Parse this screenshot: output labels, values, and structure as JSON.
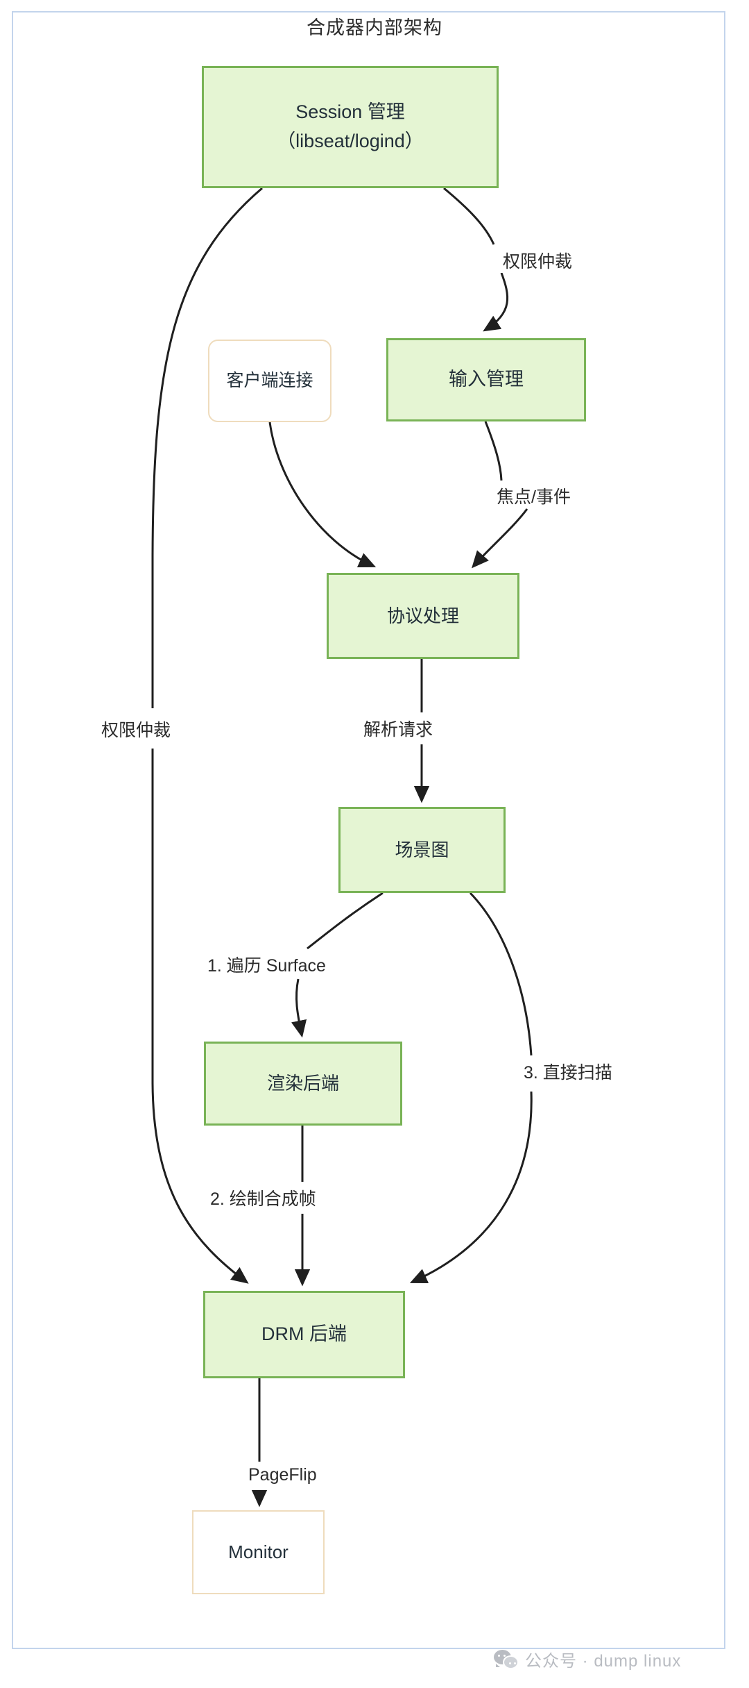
{
  "title": "合成器内部架构",
  "nodes": {
    "session": {
      "line1": "Session 管理",
      "line2": "（libseat/logind）"
    },
    "client": {
      "label": "客户端连接"
    },
    "input": {
      "label": "输入管理"
    },
    "protocol": {
      "label": "协议处理"
    },
    "scene": {
      "label": "场景图"
    },
    "renderer": {
      "label": "渲染后端"
    },
    "drm": {
      "label": "DRM 后端"
    },
    "monitor": {
      "label": "Monitor"
    }
  },
  "edge_labels": {
    "arbitration_right": "权限仲裁",
    "arbitration_left": "权限仲裁",
    "focus_event": "焦点/事件",
    "parse_request": "解析请求",
    "traverse_surface": "1. 遍历 Surface",
    "direct_scan": "3. 直接扫描",
    "draw_frame": "2. 绘制合成帧",
    "pageflip": "PageFlip"
  },
  "watermark": {
    "icon": "wechat-icon",
    "text": "公众号 · dump linux"
  },
  "colors": {
    "frame_border": "#c3d4ec",
    "node_green_fill": "#e5f5d3",
    "node_green_border": "#79b356",
    "node_plain_border": "#efdcbd",
    "node_plain_fill": "#ffffff",
    "edge_stroke": "#1f1f1f",
    "text": "#23303a",
    "watermark": "#b9bcc2"
  }
}
